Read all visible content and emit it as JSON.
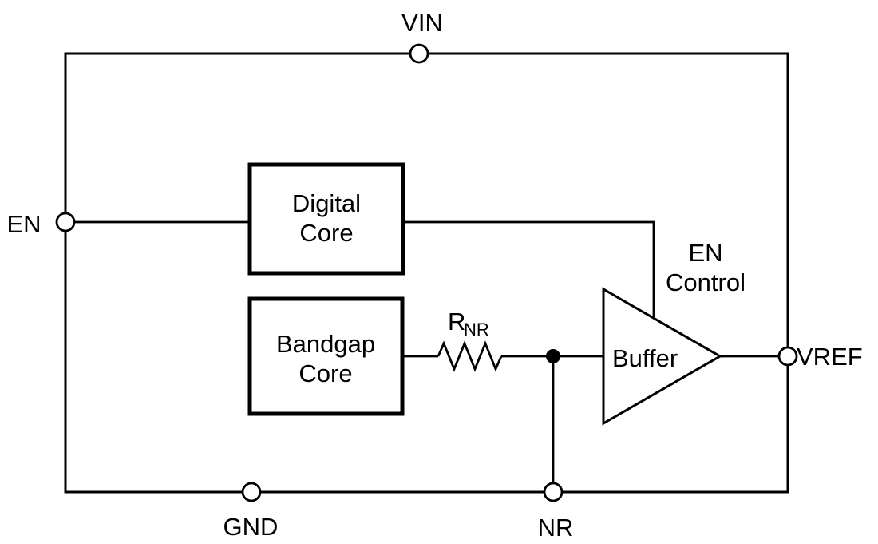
{
  "diagram": {
    "colors": {
      "background": "#ffffff",
      "stroke": "#000000"
    },
    "pins": {
      "vin": {
        "label": "VIN"
      },
      "en": {
        "label": "EN"
      },
      "gnd": {
        "label": "GND"
      },
      "nr": {
        "label": "NR"
      },
      "vref": {
        "label": "VREF"
      }
    },
    "blocks": {
      "digital_core": {
        "line1": "Digital",
        "line2": "Core"
      },
      "bandgap_core": {
        "line1": "Bandgap",
        "line2": "Core"
      },
      "buffer": {
        "label": "Buffer"
      },
      "en_control": {
        "line1": "EN",
        "line2": "Control"
      },
      "resistor": {
        "symbol": "R",
        "subscript": "NR"
      }
    }
  }
}
